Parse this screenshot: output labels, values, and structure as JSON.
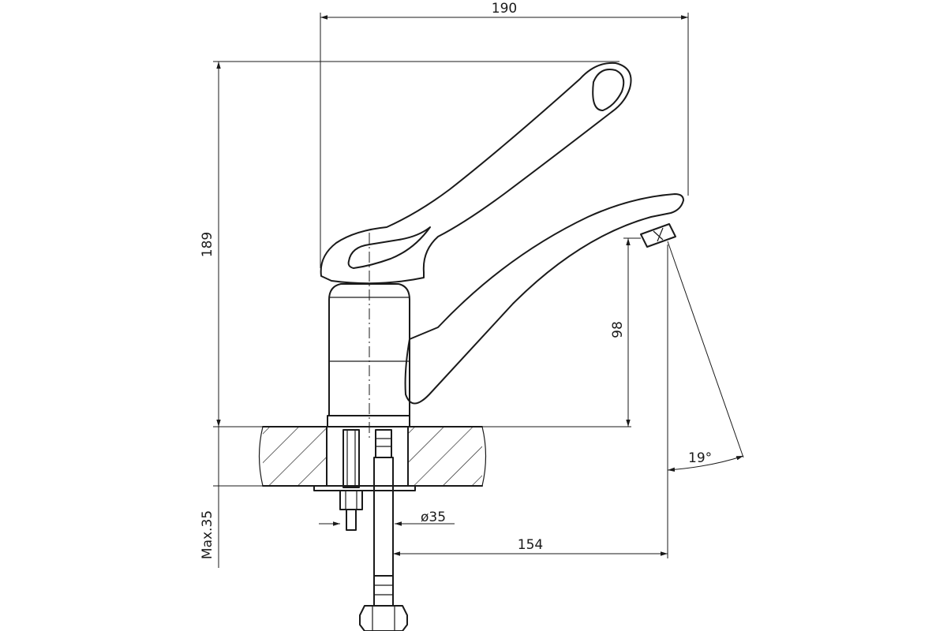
{
  "drawing": {
    "dimensions": {
      "width_total": "190",
      "height_total": "189",
      "spout_height": "98",
      "spout_reach": "154",
      "hole_diameter": "ø35",
      "max_counter_thickness": "Max.35",
      "spout_angle": "19°"
    },
    "colors": {
      "line": "#1a1a1a",
      "background": "#ffffff"
    }
  }
}
